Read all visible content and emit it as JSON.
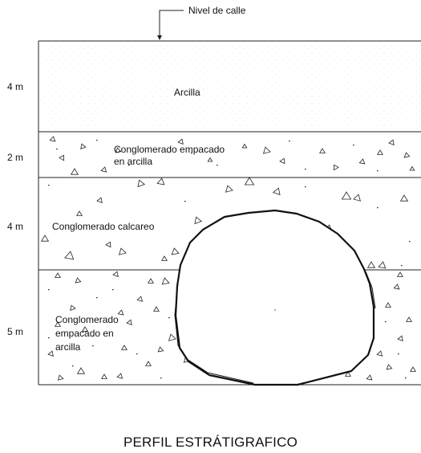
{
  "street_level_label": "Nivel de calle",
  "layers": [
    {
      "thickness": "4 m",
      "name": "Arcilla"
    },
    {
      "thickness": "2 m",
      "name_line1": "Conglomerado empacado",
      "name_line2": "en arcilla"
    },
    {
      "thickness": "4 m",
      "name": "Conglomerado calcareo"
    },
    {
      "thickness": "5 m",
      "name_line1": "Conglomerado",
      "name_line2": "empacado en",
      "name_line3": "arcilla"
    }
  ],
  "title": "PERFIL ESTRÁTIGRAFICO"
}
